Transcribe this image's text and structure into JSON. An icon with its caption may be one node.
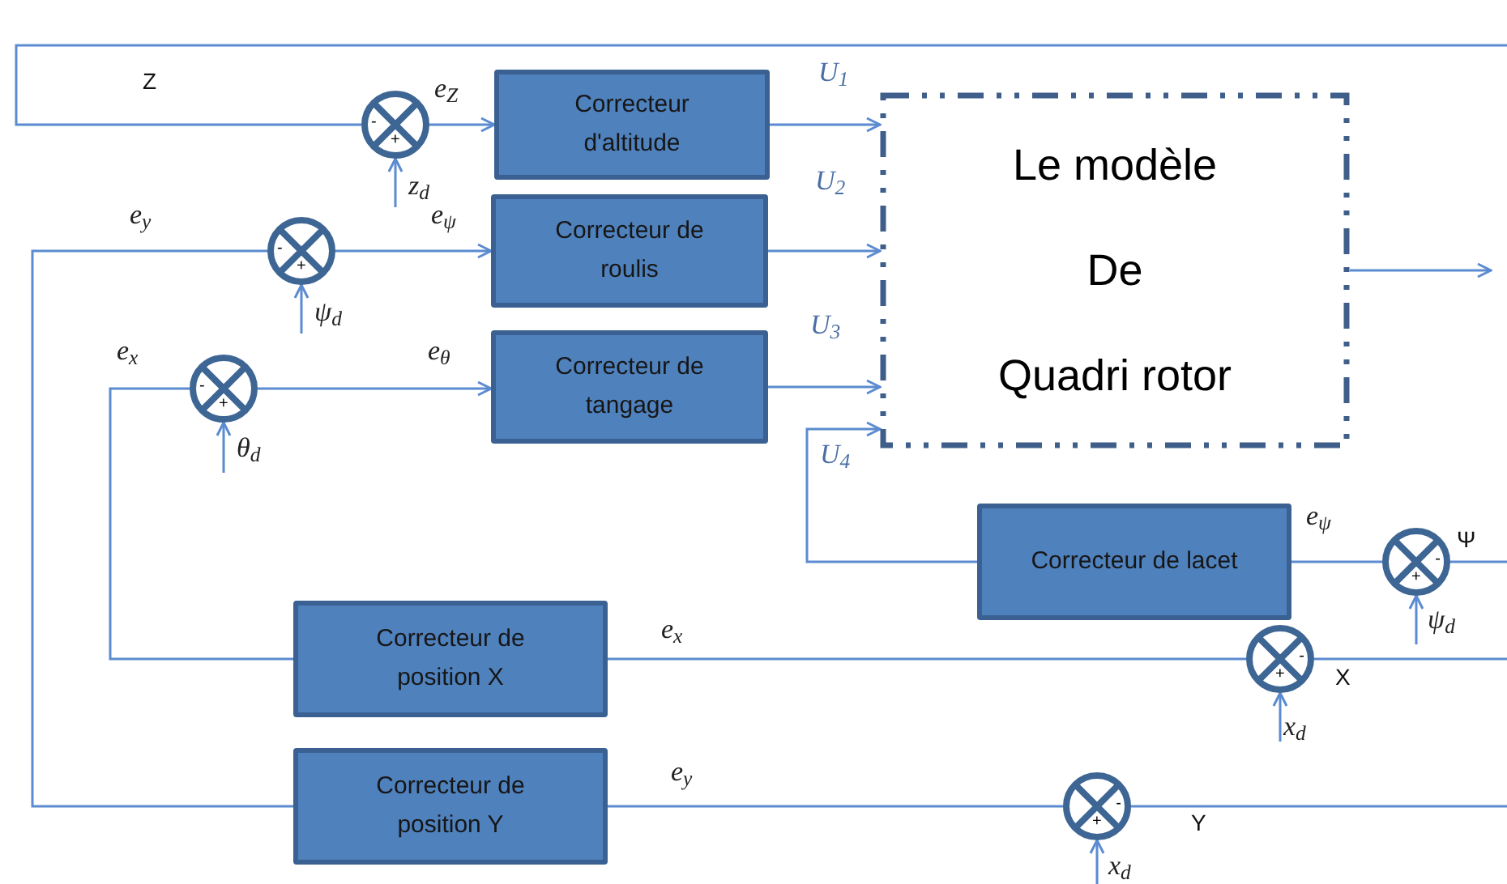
{
  "diagram": {
    "nodes": [
      {
        "text": [
          "-",
          "+"
        ]
      },
      {
        "text": [
          "Correcteur d'altitude"
        ]
      },
      {
        "text": [
          "-",
          "+"
        ]
      },
      {
        "text": [
          "Correcteur de roulis"
        ]
      },
      {
        "text": [
          "-",
          "+"
        ]
      },
      {
        "text": [
          "Correcteur de tangage"
        ]
      },
      {
        "text": [
          "Le modèle",
          "De",
          "Quadri rotor"
        ]
      },
      {
        "text": [
          "Correcteur de lacet"
        ]
      },
      {
        "text": [
          "-",
          "+"
        ]
      },
      {
        "text": [
          "Correcteur de position X"
        ]
      },
      {
        "text": [
          "-",
          "+"
        ]
      },
      {
        "text": [
          "Correcteur de position Y"
        ]
      },
      {
        "text": [
          "-",
          "+"
        ]
      }
    ],
    "edges": [
      {
        "from": null,
        "to": 0,
        "arrow": "none",
        "label": "Z"
      },
      {
        "from": null,
        "to": 0,
        "arrow": "to",
        "label": "z$_{d}$"
      },
      {
        "from": 0,
        "to": 1,
        "arrow": "to",
        "label": "e$_{Z}$"
      },
      {
        "from": 1,
        "to": 6,
        "arrow": "to",
        "label": "U$_{1}$"
      },
      {
        "from": 11,
        "to": 2,
        "arrow": "none",
        "label": "e$_{y}$"
      },
      {
        "from": null,
        "to": 2,
        "arrow": "to",
        "label": "ψ$_{d}$"
      },
      {
        "from": 2,
        "to": 3,
        "arrow": "to",
        "label": "e$_{ψ}$"
      },
      {
        "from": 3,
        "to": 6,
        "arrow": "to",
        "label": "U$_{2}$"
      },
      {
        "from": 9,
        "to": 4,
        "arrow": "none",
        "label": "e$_{x}$"
      },
      {
        "from": null,
        "to": 4,
        "arrow": "to",
        "label": "θ$_{d}$"
      },
      {
        "from": 4,
        "to": 5,
        "arrow": "to",
        "label": "e$_{θ}$"
      },
      {
        "from": 5,
        "to": 6,
        "arrow": "to",
        "label": "U$_{3}$"
      },
      {
        "from": 7,
        "to": 6,
        "arrow": "to",
        "label": "U$_{4}$"
      },
      {
        "from": 6,
        "to": null,
        "arrow": "to"
      },
      {
        "from": 8,
        "to": 7,
        "arrow": "none",
        "label": "e$_{ψ}$"
      },
      {
        "from": null,
        "to": 8,
        "arrow": "none",
        "label": "Ψ"
      },
      {
        "from": null,
        "to": 8,
        "arrow": "to",
        "label": "ψ$_{d}$"
      },
      {
        "from": 10,
        "to": 9,
        "arrow": "none",
        "label": "e$_{x}$"
      },
      {
        "from": null,
        "to": 10,
        "arrow": "none",
        "label": "X"
      },
      {
        "from": null,
        "to": 10,
        "arrow": "to",
        "label": "x$_{d}$"
      },
      {
        "from": 12,
        "to": 11,
        "arrow": "none",
        "label": "e$_{y}$"
      },
      {
        "from": null,
        "to": 12,
        "arrow": "none",
        "label": "Y"
      },
      {
        "from": null,
        "to": 12,
        "arrow": "to",
        "label": "x$_{d}$"
      }
    ]
  }
}
